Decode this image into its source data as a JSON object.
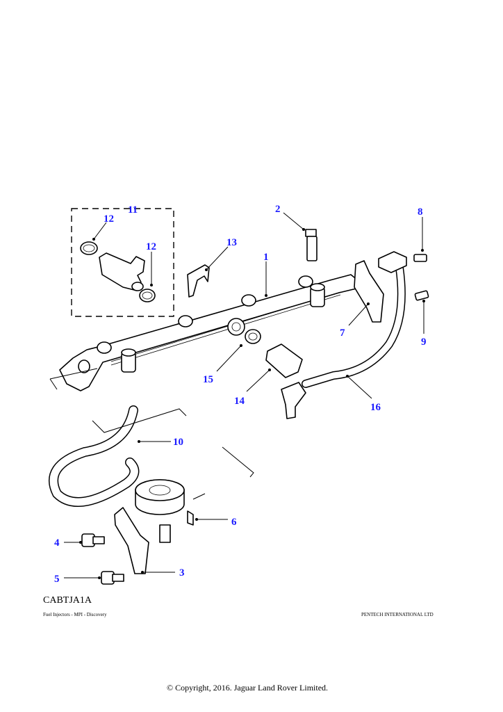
{
  "diagram": {
    "title": "Fuel Injectors - MPI - Discovery",
    "reference_code": "CABTJA1A",
    "publisher": "PENTECH INTERNATIONAL LTD",
    "copyright": "© Copyright, 2016. Jaguar Land Rover Limited.",
    "label_color": "#1a1aff",
    "callouts": [
      "1",
      "2",
      "3",
      "4",
      "5",
      "6",
      "7",
      "8",
      "9",
      "10",
      "11",
      "12",
      "12",
      "13",
      "14",
      "15",
      "16"
    ]
  }
}
